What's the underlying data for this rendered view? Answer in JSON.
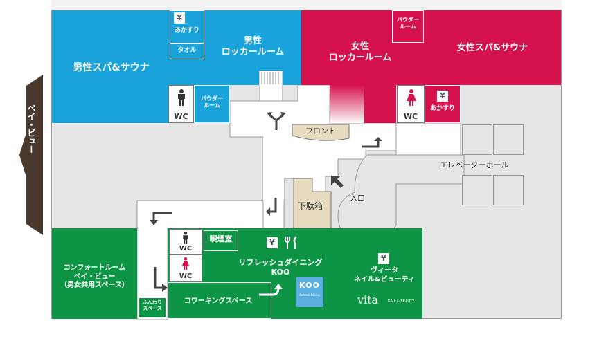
{
  "colors": {
    "male": "#1aa3db",
    "female": "#d5124e",
    "green": "#0d9444",
    "gray": "#e6e6e6",
    "corridor": "#ffffff",
    "beige": "#e8dcc0",
    "brown": "#4a3a2d",
    "koo_blue": "#5aaee0"
  },
  "direction": {
    "label": "ベイ・ビュー"
  },
  "areas": {
    "male_spa": "男性スパ&サウナ",
    "male_locker": "男性\nロッカールーム",
    "female_locker": "女性\nロッカールーム",
    "female_spa": "女性スパ&サウナ",
    "comfort_room": "コンフォートルーム\nベイ・ビュー\n（男女共用スペース）",
    "dining": "リフレッシュダイニング\nKOO",
    "coworking": "コワーキングスペース",
    "vita": "ヴィータ\nネイル&ビューティ"
  },
  "small_rooms": {
    "akasuri_male": "あかすり",
    "towel": "タオル",
    "powder_male": "パウダー\nルーム",
    "powder_female": "パウダー\nルーム",
    "akasuri_female": "あかすり",
    "smoking": "喫煙室",
    "fuwari": "ふんわり\nスペース"
  },
  "facilities": {
    "front": "フロント",
    "shoe_box": "下駄箱",
    "entrance": "入口",
    "elevator_hall": "エレベーターホール",
    "wc": "WC",
    "yen": "¥"
  },
  "logos": {
    "koo": "KOO",
    "koo_sub": "Refresh Dining",
    "vita_main": "vita",
    "vita_sub": "NAIL & BEAUTY"
  }
}
